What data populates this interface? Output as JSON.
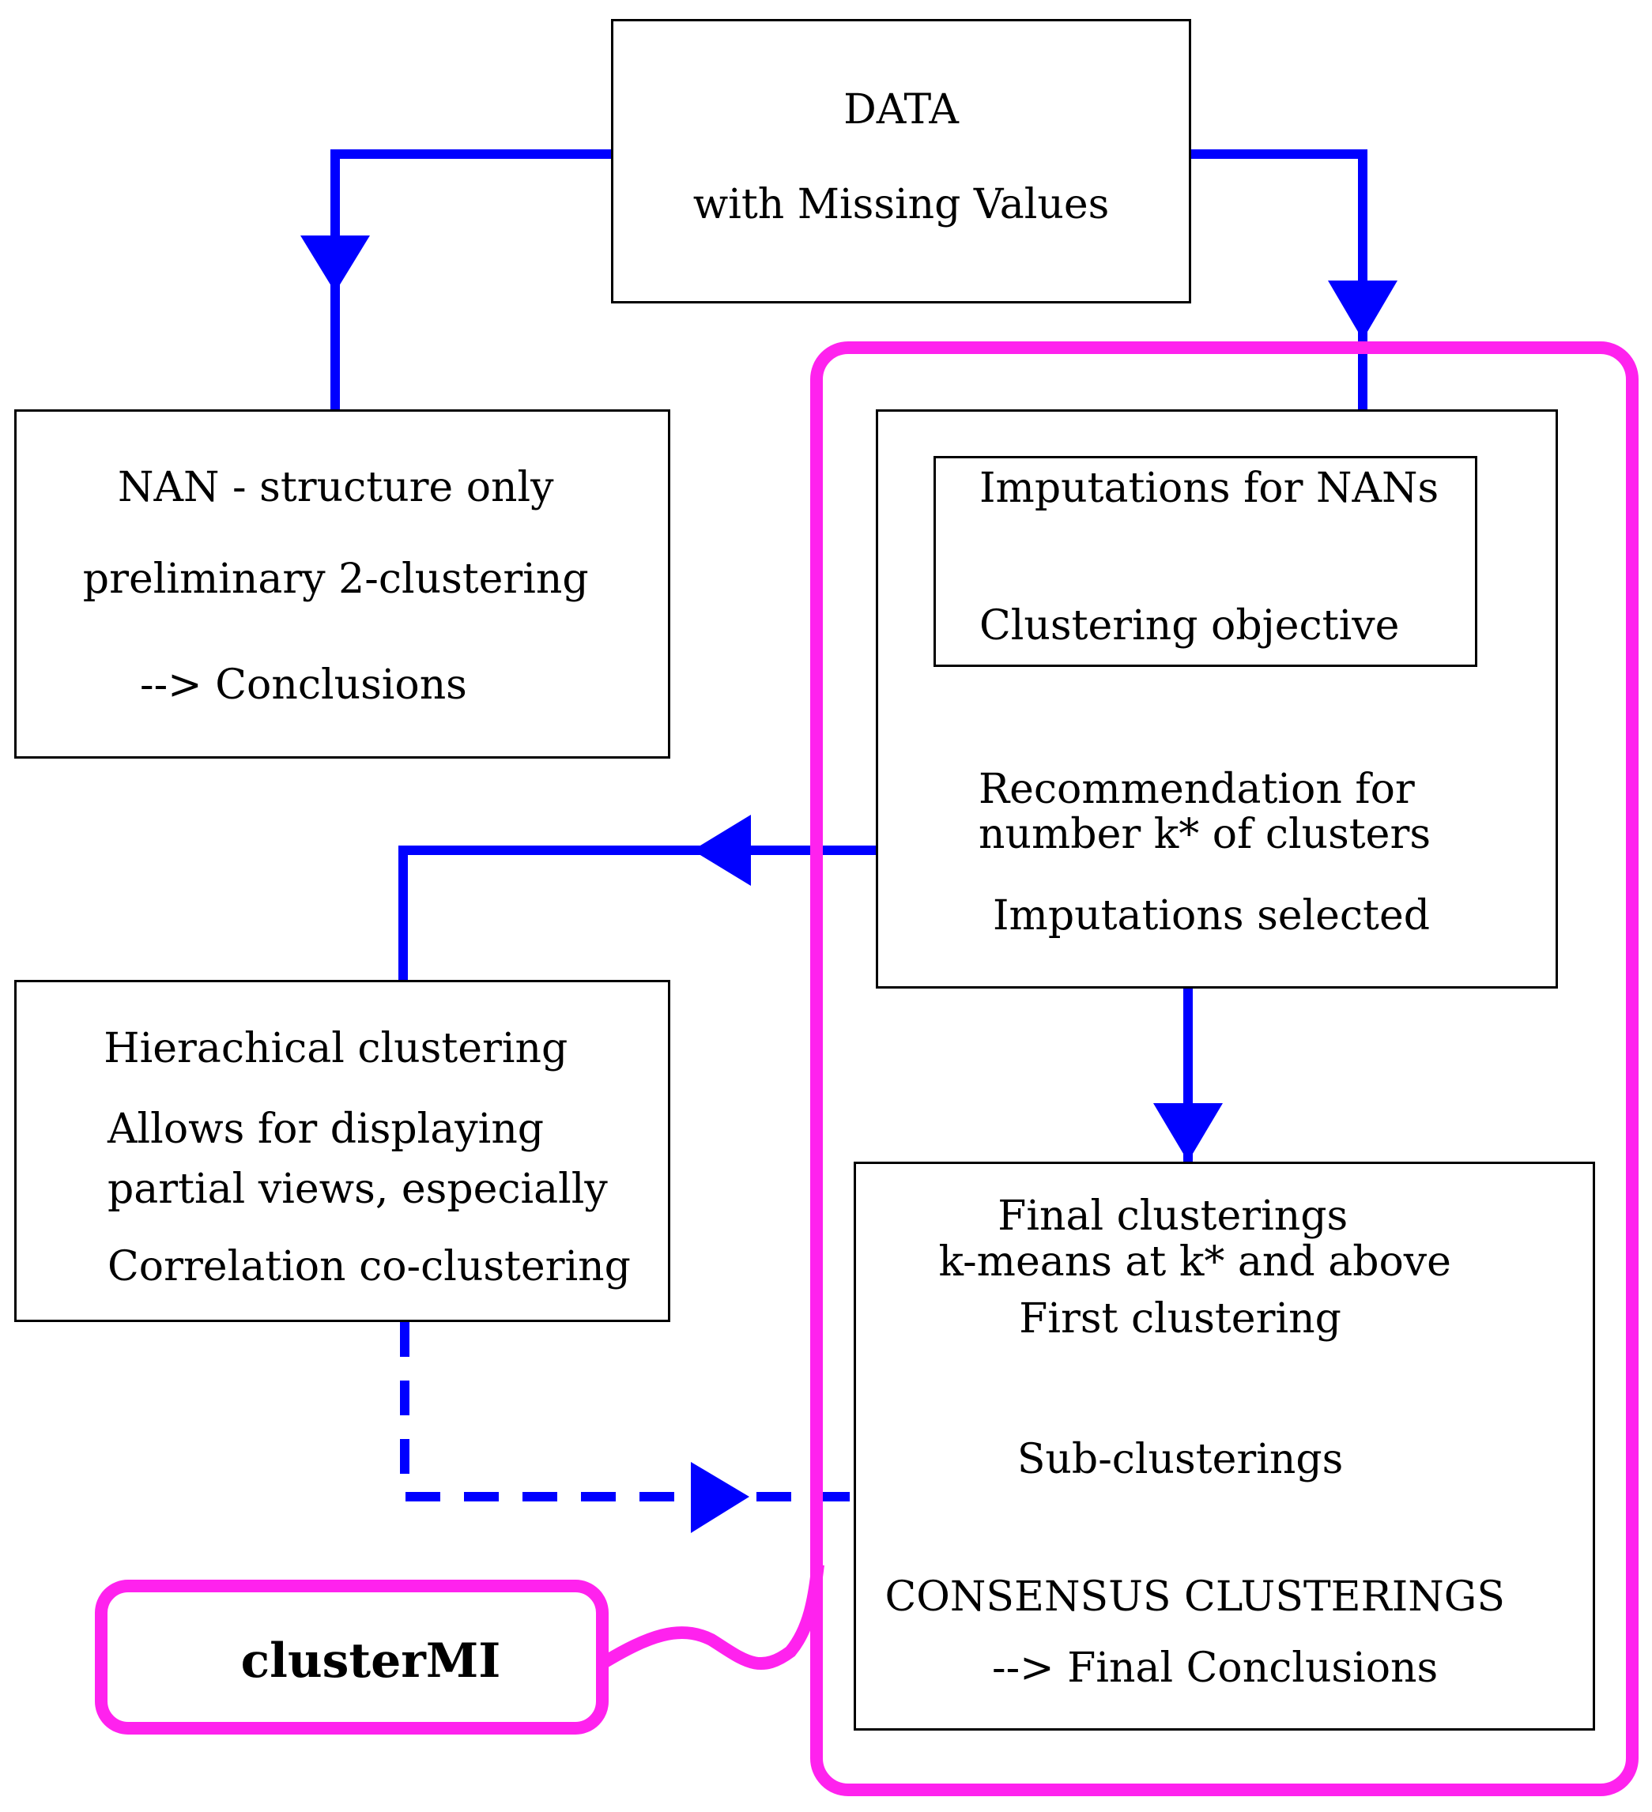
{
  "colors": {
    "arrow": "#0000ff",
    "highlight": "#ff22ee",
    "box_border": "#000000"
  },
  "data_box": {
    "title": "DATA",
    "subtitle": "with Missing Values"
  },
  "nan_box": {
    "line1": "NAN - structure only",
    "line2": "preliminary 2-clustering",
    "line3": "--> Conclusions"
  },
  "imputation_box": {
    "inner_line1": "Imputations for NANs",
    "inner_line2": "Clustering objective",
    "line3": "Recommendation for",
    "line4": "number k* of clusters",
    "line5": "Imputations selected"
  },
  "hier_box": {
    "line1": "Hierachical clustering",
    "line2": "Allows for displaying",
    "line3": "partial views, especially",
    "line4": "Correlation co-clustering"
  },
  "final_box": {
    "line1": "Final clusterings",
    "line2": "k-means at k* and above",
    "line3": "First clustering",
    "line4": "Sub-clusterings",
    "line5": "CONSENSUS CLUSTERINGS",
    "line6": "--> Final Conclusions"
  },
  "label": {
    "name": "clusterMI"
  }
}
